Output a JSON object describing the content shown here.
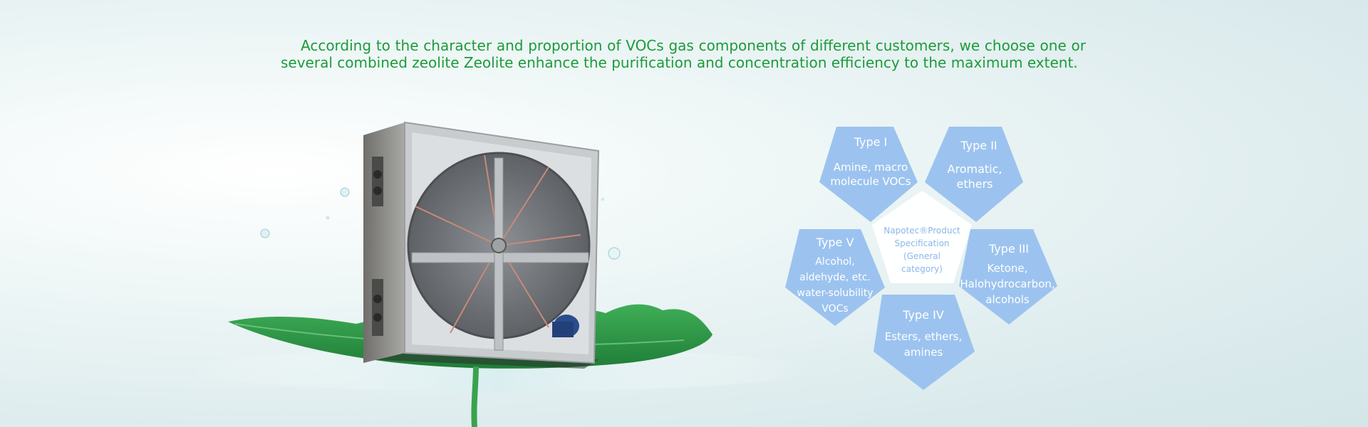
{
  "intro": {
    "text": "According to the character and proportion of VOCs gas components of different customers, we choose one or several combined zeolite Zeolite enhance the purification and concentration efficiency to the maximum extent."
  },
  "spec_diagram": {
    "center": [
      "Napotec®Product",
      "Specification",
      "(General",
      "category)"
    ],
    "types": [
      {
        "key": "type1",
        "title": "Type I",
        "lines": [
          "Amine, macro",
          "molecule VOCs"
        ]
      },
      {
        "key": "type2",
        "title": "Type II",
        "lines": [
          "Aromatic,",
          "ethers"
        ]
      },
      {
        "key": "type3",
        "title": "Type III",
        "lines": [
          "Ketone,",
          "Halohydrocarbon,",
          "alcohols"
        ]
      },
      {
        "key": "type4",
        "title": "Type IV",
        "lines": [
          "Esters, ethers,",
          "amines"
        ]
      },
      {
        "key": "type5",
        "title": "Type V",
        "lines": [
          "Alcohol,",
          "aldehyde, etc.",
          "water-solubility",
          "VOCs"
        ]
      }
    ]
  },
  "colors": {
    "intro_text": "#1c9b3a",
    "pentagon": "#9cc3ef",
    "center_text": "#8cb7e8",
    "leaf": "#2f9a4a"
  }
}
